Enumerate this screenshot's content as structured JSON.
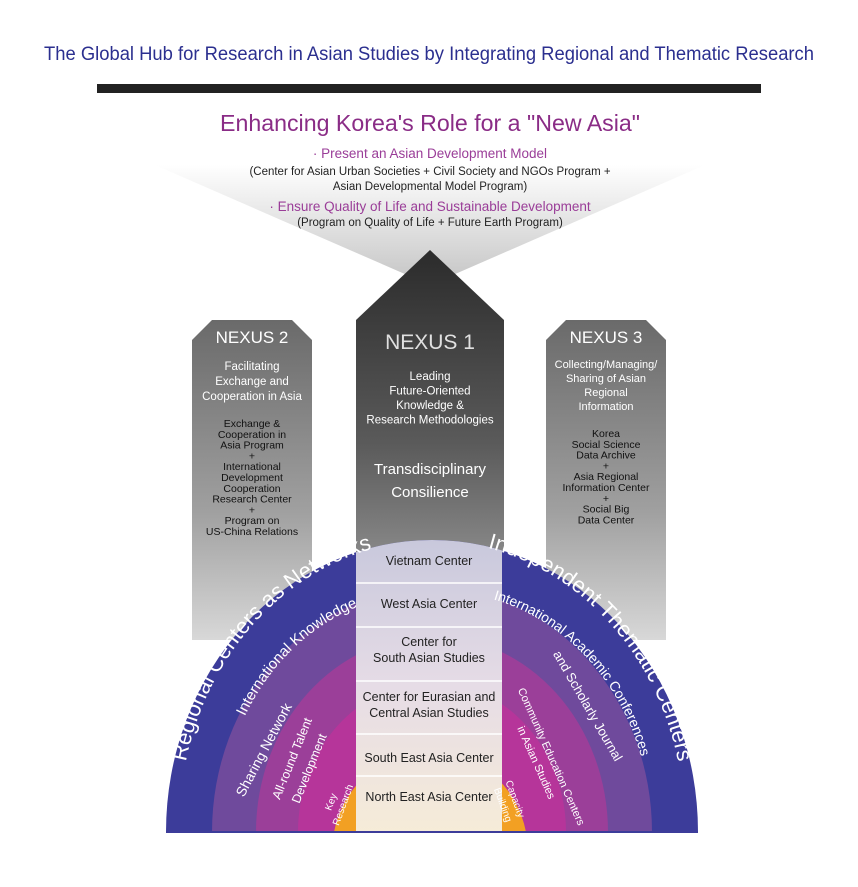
{
  "header": {
    "title": "The Global Hub for Research in Asian Studies by Integrating Regional and Thematic Research"
  },
  "vision": {
    "title": "Enhancing Korea's Role for a \"New Asia\"",
    "goal1_title": "· Present an Asian Development Model",
    "goal1_line1": "(Center for Asian Urban Societies + Civil Society and NGOs Program +",
    "goal1_line2": "Asian Developmental Model Program)",
    "goal2_title": "· Ensure Quality of Life and Sustainable Development",
    "goal2_line1": "(Program on Quality of Life + Future Earth Program)"
  },
  "nexus1": {
    "title": "NEXUS 1",
    "desc": [
      "Leading",
      "Future-Oriented",
      "Knowledge &",
      "Research Methodologies"
    ],
    "core": [
      "Transdisciplinary",
      "Consilience"
    ]
  },
  "nexus2": {
    "title": "NEXUS 2",
    "desc": [
      "Facilitating",
      "Exchange and",
      "Cooperation in Asia"
    ],
    "items": [
      "Exchange &",
      "Cooperation in",
      "Asia Program",
      "+",
      "International",
      "Development",
      "Cooperation",
      "Research Center",
      "+",
      "Program on",
      "US-China Relations"
    ]
  },
  "nexus3": {
    "title": "NEXUS 3",
    "desc": [
      "Collecting/Managing/",
      "Sharing of Asian",
      "Regional",
      "Information"
    ],
    "items": [
      "Korea",
      "Social Science",
      "Data Archive",
      "+",
      "Asia Regional",
      "Information Center",
      "+",
      "Social Big",
      "Data Center"
    ]
  },
  "arcs": {
    "left_outer": "Regional Centers as Networks",
    "left_2": "International Knowledge",
    "left_2b": "Sharing Network",
    "left_3": "All-round Talent",
    "left_3b": "Development",
    "left_4": "Key",
    "left_4b": "Research",
    "right_outer": "Independent Thematic Centers",
    "right_2": "International Academic Conferences",
    "right_2b": "and Scholarly Journal",
    "right_3": "Community Education Centers",
    "right_3b": "in Asian Studies",
    "right_4": "Capacity",
    "right_4b": "Building"
  },
  "centers": {
    "c1": "Vietnam Center",
    "c2": "West Asia Center",
    "c3a": "Center for",
    "c3b": "South Asian Studies",
    "c4a": "Center for Eurasian and",
    "c4b": "Central Asian Studies",
    "c5": "South East Asia Center",
    "c6": "North East Asia Center"
  },
  "colors": {
    "navy": "#2b2f8f",
    "purple_title": "#8a2c86",
    "band1": "#3c3c9a",
    "band2": "#7a4a9e",
    "band3": "#9a3d98",
    "band4": "#b5359b",
    "band5": "#f2a023"
  }
}
